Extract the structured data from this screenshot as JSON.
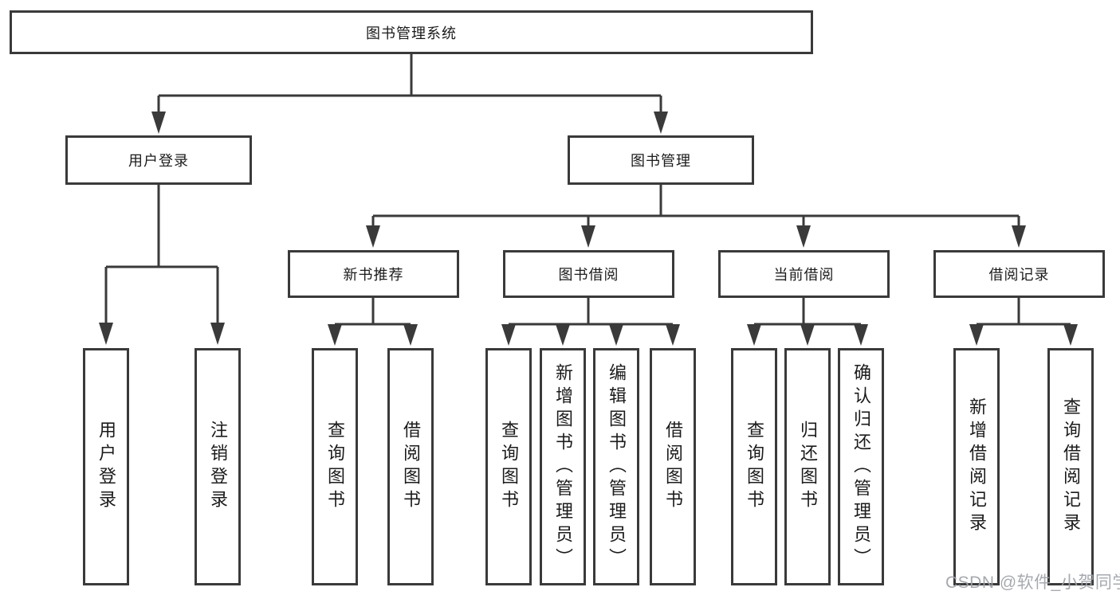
{
  "tree": {
    "root": {
      "label": "图书管理系统"
    },
    "branches": [
      {
        "label": "用户登录",
        "children": [
          {
            "label": "用户登录"
          },
          {
            "label": "注销登录"
          }
        ]
      },
      {
        "label": "图书管理",
        "children": [
          {
            "label": "新书推荐",
            "children": [
              {
                "label": "查询图书"
              },
              {
                "label": "借阅图书"
              }
            ]
          },
          {
            "label": "图书借阅",
            "children": [
              {
                "label": "查询图书"
              },
              {
                "label": "新增图书（管理员）"
              },
              {
                "label": "编辑图书（管理员）"
              },
              {
                "label": "借阅图书"
              }
            ]
          },
          {
            "label": "当前借阅",
            "children": [
              {
                "label": "查询图书"
              },
              {
                "label": "归还图书"
              },
              {
                "label": "确认归还（管理员）"
              }
            ]
          },
          {
            "label": "借阅记录",
            "children": [
              {
                "label": "新增借阅记录"
              },
              {
                "label": "查询借阅记录"
              }
            ]
          }
        ]
      }
    ]
  },
  "watermark": "CSDN @软件_小贺同学",
  "colors": {
    "line": "#3a3a3a",
    "box_border": "#3a3a3a",
    "text": "#1b1b1b",
    "watermark": "#9ea2a8",
    "background": "#ffffff"
  }
}
